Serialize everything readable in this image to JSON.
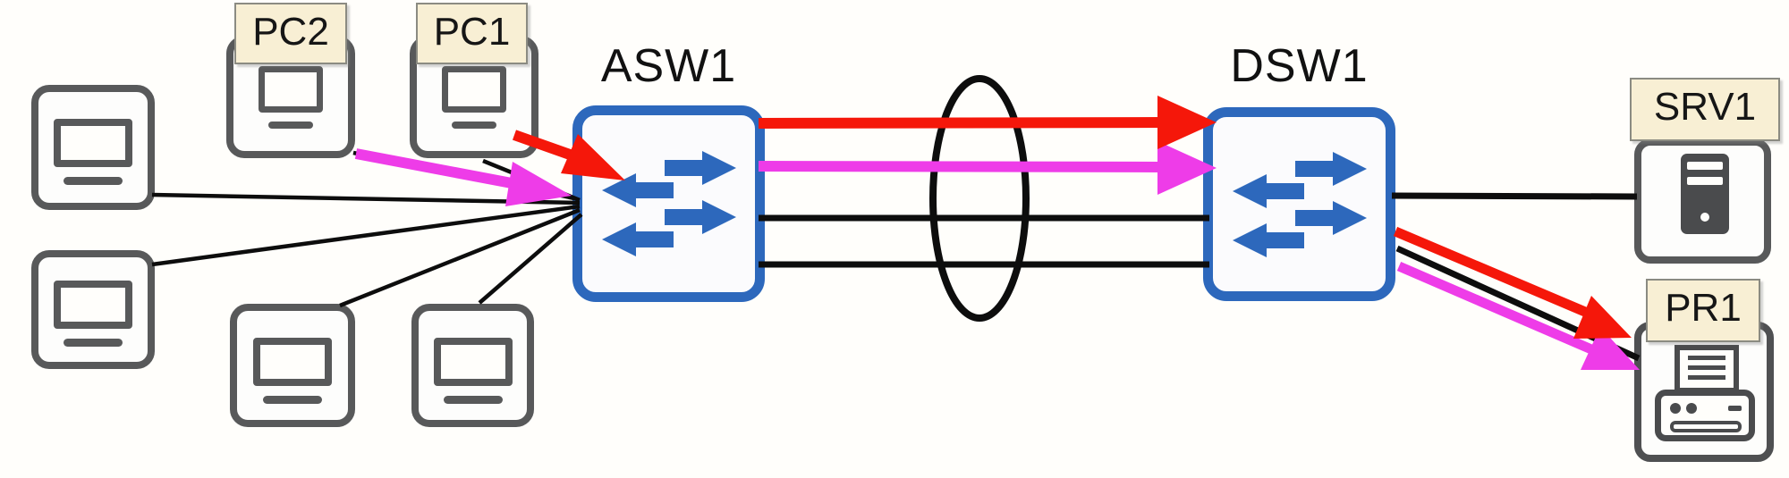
{
  "diagram": {
    "type": "network-topology",
    "nodes": {
      "pc2": {
        "label": "PC2",
        "type": "pc"
      },
      "pc1": {
        "label": "PC1",
        "type": "pc"
      },
      "asw1": {
        "label": "ASW1",
        "type": "switch"
      },
      "dsw1": {
        "label": "DSW1",
        "type": "switch"
      },
      "srv1": {
        "label": "SRV1",
        "type": "server"
      },
      "pr1": {
        "label": "PR1",
        "type": "printer"
      },
      "unlabeled_pc_count": 4
    },
    "links": [
      {
        "from": "PC top-left",
        "to": "ASW1"
      },
      {
        "from": "PC bottom-left",
        "to": "ASW1"
      },
      {
        "from": "PC2",
        "to": "ASW1"
      },
      {
        "from": "PC1",
        "to": "ASW1"
      },
      {
        "from": "PC bottom-mid-left",
        "to": "ASW1"
      },
      {
        "from": "PC bottom-mid-right",
        "to": "ASW1"
      },
      {
        "from": "ASW1",
        "to": "DSW1",
        "parallel_links": 4,
        "grouped_by_ellipse": true
      },
      {
        "from": "DSW1",
        "to": "SRV1"
      },
      {
        "from": "DSW1",
        "to": "PR1"
      }
    ],
    "flows": [
      {
        "name": "red-flow",
        "color": "#f5170a",
        "path": "PC1 → ASW1 → DSW1 → PR1"
      },
      {
        "name": "magenta-flow",
        "color": "#ee3ce8",
        "path": "PC2 → ASW1 → DSW1 → PR1"
      }
    ],
    "colors": {
      "switch_blue": "#2d68bc",
      "device_gray": "#58595a",
      "flow_red": "#f5170a",
      "flow_magenta": "#ee3ce8",
      "link_black": "#0d0d0d",
      "tag_fill": "#f8efd4",
      "tag_border": "#8b8b82"
    }
  }
}
